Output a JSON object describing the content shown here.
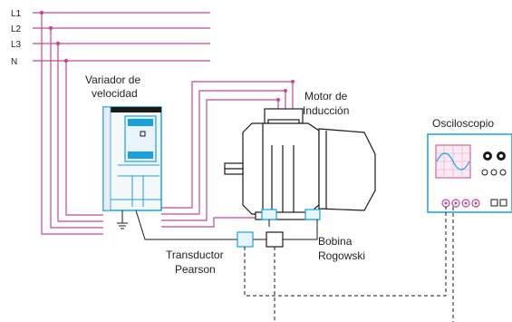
{
  "lines": {
    "l1": "L1",
    "l2": "L2",
    "l3": "L3",
    "n": "N"
  },
  "drive": {
    "label_line1": "Variador de",
    "label_line2": "velocidad"
  },
  "motor": {
    "label_line1": "Motor de",
    "label_line2": "Inducción"
  },
  "scope": {
    "label": "Osciloscopio"
  },
  "pearson": {
    "label_line1": "Transductor",
    "label_line2": "Pearson"
  },
  "rogowski": {
    "label_line1": "Bobina",
    "label_line2": "Rogowski"
  },
  "colors": {
    "power_wire": "#c04a95",
    "signal_wire": "#222222",
    "device_blue": "#1aa0dc",
    "device_dark": "#1a1a1a"
  }
}
